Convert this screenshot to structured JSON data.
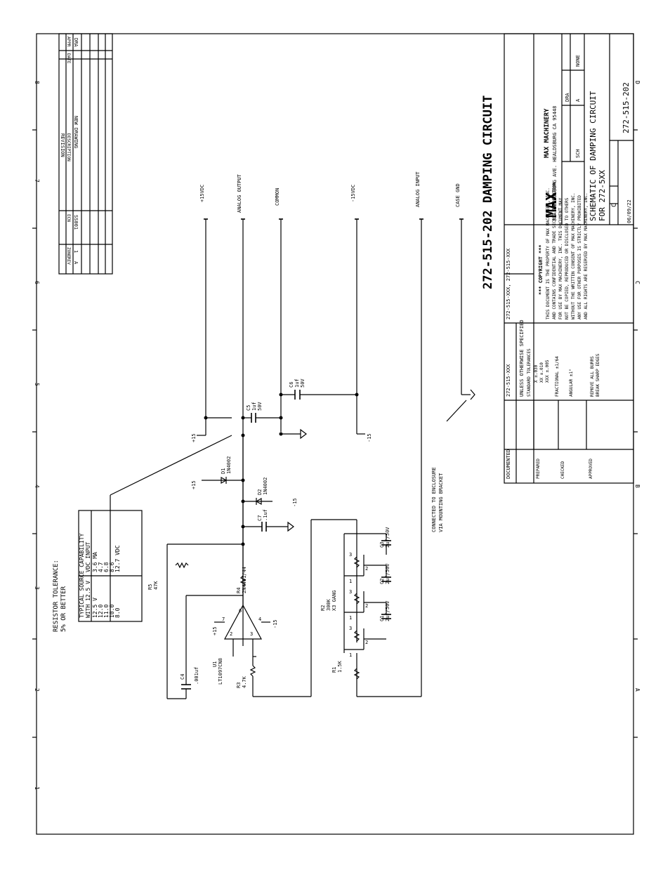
{
  "sheet": {
    "zone_numbers": [
      "8",
      "7",
      "6",
      "5",
      "4",
      "3",
      "2",
      "1"
    ],
    "zone_letters": [
      "D",
      "C",
      "B",
      "A"
    ]
  },
  "revision": {
    "header": "REVISION",
    "col_rev": "REV",
    "col_zone": "ZONE",
    "col_ecn": "ECN",
    "col_description": "DESCRIPTION",
    "col_date": "DATE",
    "col_appr": "APPR",
    "row_rev": "A",
    "row_zone": "1",
    "row_ecn": "SS001",
    "row_description": "NEW DRAWING",
    "row_appr": "DRA"
  },
  "title_big": "272-515-202 DAMPING CIRCUIT",
  "nets": {
    "p15": "+15VDC",
    "analog_out": "ANALOG OUTPUT",
    "common": "COMMON",
    "m15": "-15VDC",
    "analog_in": "ANALOG INPUT",
    "case_gnd": "CASE GND"
  },
  "supplies": {
    "pos": "+15",
    "neg": "-15"
  },
  "components": {
    "c5": {
      "ref": "C5",
      "val1": "1uf",
      "val2": "50V"
    },
    "c6": {
      "ref": "C6",
      "val1": "1uf",
      "val2": "50V"
    },
    "c7": {
      "ref": "C7",
      "val": ".1uf"
    },
    "c4": {
      "ref": "C4",
      "val": ".001uf"
    },
    "c1": {
      "ref": "C1",
      "val": "2uf/50V"
    },
    "c2": {
      "ref": "C2",
      "val": "2uf/50V"
    },
    "c3": {
      "ref": "C3",
      "val": "2uf/50V"
    },
    "d1": {
      "ref": "D1",
      "val": "1N4002"
    },
    "d2": {
      "ref": "D2",
      "val": "1N4002"
    },
    "r4": {
      "ref": "R4",
      "val": "2N4401/44"
    },
    "r5": {
      "ref": "R5",
      "val": "47K"
    },
    "r3": {
      "ref": "R3",
      "val": "4.7K"
    },
    "u1": {
      "ref": "U1",
      "val": "LT1097CN8"
    },
    "r2": {
      "ref": "R2",
      "val1": "300K",
      "val2": "X3 GANG"
    },
    "r1": {
      "ref": "R1",
      "val": "1.5K"
    },
    "pins": {
      "p2": "2",
      "p3": "3",
      "p6": "6",
      "p4": "4",
      "p7": "7",
      "p1": "1"
    }
  },
  "notes": {
    "resistor_tol_1": "RESISTOR TOLERANCE:",
    "resistor_tol_2": "5% OR BETTER",
    "connected_1": "CONNECTED TO ENCLOSURE",
    "connected_2": "VIA MOUNTING BRACKET"
  },
  "source_table": {
    "title": "TYPICAL SOURCE CAPABILITY",
    "sub_left": "WITH 12.5 V",
    "sub_right": "VDC INPUT",
    "col_left": [
      "12.5 V",
      "12.0",
      "11.0",
      "10.0",
      "8.0"
    ],
    "col_right": [
      "3.6 MA",
      "4.7",
      "6.8",
      "8.6",
      "12.7 VDC"
    ]
  },
  "title_block": {
    "copyright": "*** COPYRIGHT ***",
    "copyright_body": [
      "THIS DOCUMENT IS THE PROPERTY OF MAX MACHINERY, INC.",
      "AND CONTAINS CONFIDENTIAL AND TRADE SECRET INFORMATION",
      "FOR USE BY MAX MACHINERY, INC. THIS DOCUMENT MAY",
      "NOT BE COPIED, REPRODUCED OR DISCLOSED TO OTHERS",
      "WITHOUT THE WRITTEN CONSENT OF MAX MACHINERY, INC.",
      "ANY USE FOR OTHER PURPOSES IS STRICTLY PROHIBITED",
      "AND ALL RIGHTS ARE RESERVED BY MAX MACHINERY, INC."
    ],
    "company_logo": "MAX",
    "company": "MAX MACHINERY",
    "address": "33A HEALDSBURG AVE. HEALDSBURG CA 95448",
    "drawn": "DRA",
    "desc_line1": "SCHEMATIC OF DAMPING CIRCUIT",
    "desc_line2": "FOR 272-5XX",
    "size": "C",
    "type": "SCH",
    "rev_label": "A",
    "scale": "NONE",
    "dwg_no": "272-515-202",
    "date": "06/09/22",
    "next_assy": "272-515-XXX, 272-515-XXX",
    "used_on": "272-515-XXX",
    "top_assy": "DOCUMENTED",
    "tolerance_hdr": "UNLESS OTHERWISE SPECIFIED",
    "tolerances": [
      "STANDARD TOLERANCES",
      "X   ±.030",
      "XX  ±.010",
      "XXX ±.005",
      "FRACTIONAL ±1/64",
      "ANGULAR ±1°",
      "REMOVE ALL BURRS",
      "BREAK SHARP EDGES"
    ],
    "labels": [
      "PREPARED",
      "CHECKED",
      "APPROVED"
    ]
  }
}
